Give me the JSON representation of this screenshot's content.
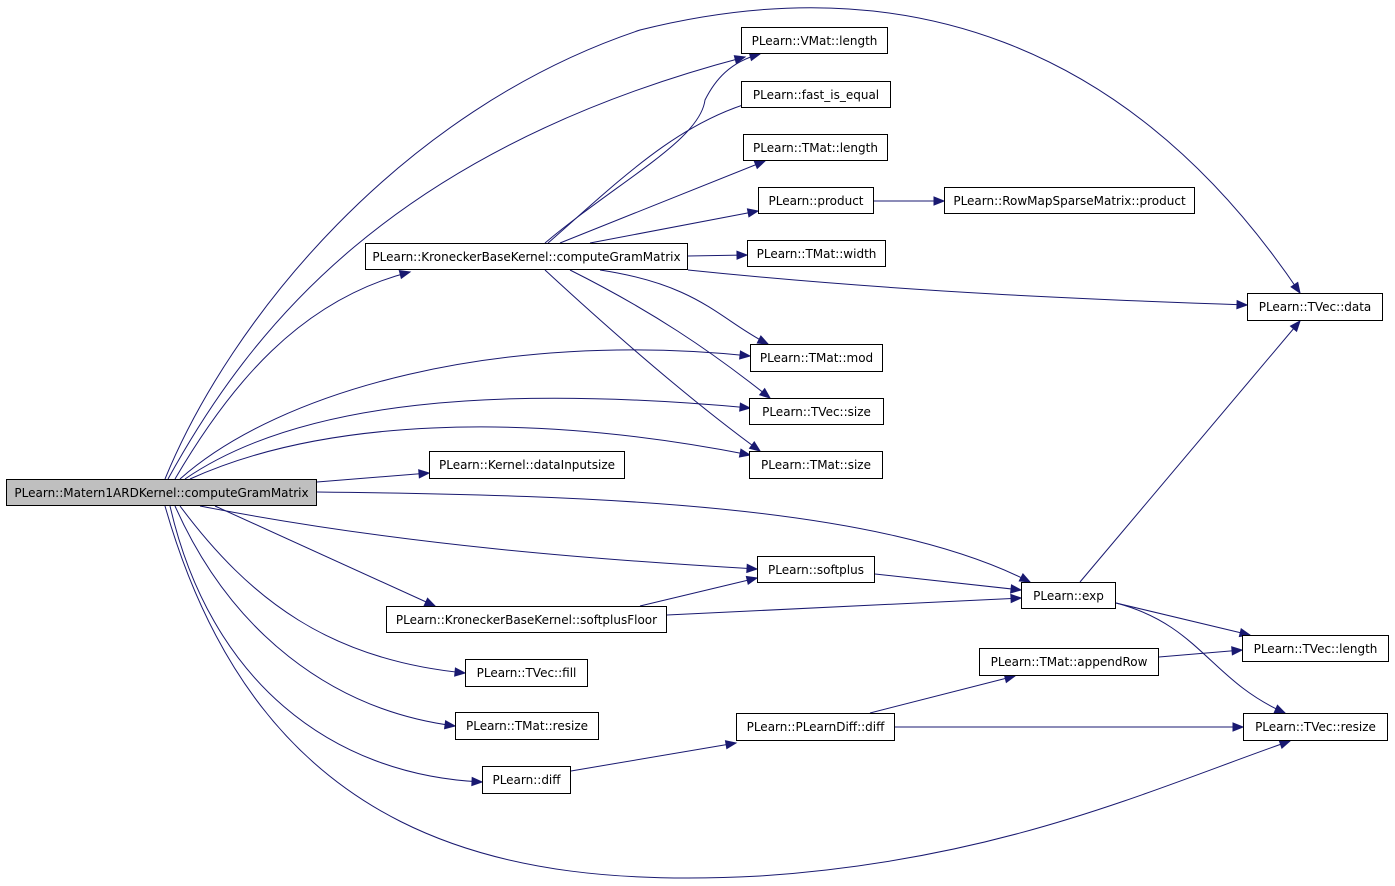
{
  "graph": {
    "root": "PLearn::Matern1ARDKernel::computeGramMatrix",
    "nodes": {
      "root": "PLearn::Matern1ARDKernel::computeGramMatrix",
      "kron_compute": "PLearn::KroneckerBaseKernel::computeGramMatrix",
      "vmat_length": "PLearn::VMat::length",
      "fast_is_equal": "PLearn::fast_is_equal",
      "tmat_length": "PLearn::TMat::length",
      "product": "PLearn::product",
      "rowmap_product": "PLearn::RowMapSparseMatrix::product",
      "tmat_width": "PLearn::TMat::width",
      "tvec_data": "PLearn::TVec::data",
      "tmat_mod": "PLearn::TMat::mod",
      "tvec_size": "PLearn::TVec::size",
      "tmat_size": "PLearn::TMat::size",
      "kernel_datainputsize": "PLearn::Kernel::dataInputsize",
      "softplus": "PLearn::softplus",
      "exp": "PLearn::exp",
      "softplus_floor": "PLearn::KroneckerBaseKernel::softplusFloor",
      "tmat_appendrow": "PLearn::TMat::appendRow",
      "tvec_length": "PLearn::TVec::length",
      "tvec_fill": "PLearn::TVec::fill",
      "tmat_resize": "PLearn::TMat::resize",
      "plearndiff_diff": "PLearn::PLearnDiff::diff",
      "tvec_resize": "PLearn::TVec::resize",
      "diff": "PLearn::diff"
    },
    "edges": [
      [
        "root",
        "kron_compute"
      ],
      [
        "root",
        "vmat_length"
      ],
      [
        "root",
        "tvec_data"
      ],
      [
        "root",
        "tmat_mod"
      ],
      [
        "root",
        "tvec_size"
      ],
      [
        "root",
        "tmat_size"
      ],
      [
        "root",
        "kernel_datainputsize"
      ],
      [
        "root",
        "exp"
      ],
      [
        "root",
        "softplus"
      ],
      [
        "root",
        "softplus_floor"
      ],
      [
        "root",
        "tvec_fill"
      ],
      [
        "root",
        "tmat_resize"
      ],
      [
        "root",
        "diff"
      ],
      [
        "root",
        "tvec_resize"
      ],
      [
        "kron_compute",
        "vmat_length"
      ],
      [
        "kron_compute",
        "fast_is_equal"
      ],
      [
        "kron_compute",
        "tmat_length"
      ],
      [
        "kron_compute",
        "product"
      ],
      [
        "kron_compute",
        "tmat_width"
      ],
      [
        "kron_compute",
        "tvec_data"
      ],
      [
        "kron_compute",
        "tmat_mod"
      ],
      [
        "kron_compute",
        "tvec_size"
      ],
      [
        "kron_compute",
        "tmat_size"
      ],
      [
        "product",
        "rowmap_product"
      ],
      [
        "softplus",
        "exp"
      ],
      [
        "softplus_floor",
        "softplus"
      ],
      [
        "softplus_floor",
        "exp"
      ],
      [
        "exp",
        "tvec_data"
      ],
      [
        "exp",
        "tvec_length"
      ],
      [
        "exp",
        "tvec_resize"
      ],
      [
        "tmat_appendrow",
        "tvec_length"
      ],
      [
        "plearndiff_diff",
        "tmat_appendrow"
      ],
      [
        "plearndiff_diff",
        "tvec_resize"
      ],
      [
        "diff",
        "plearndiff_diff"
      ]
    ]
  },
  "colors": {
    "edge": "#191970",
    "root_fill": "#bfbfbf",
    "node_fill": "#ffffff",
    "node_border": "#000000"
  }
}
